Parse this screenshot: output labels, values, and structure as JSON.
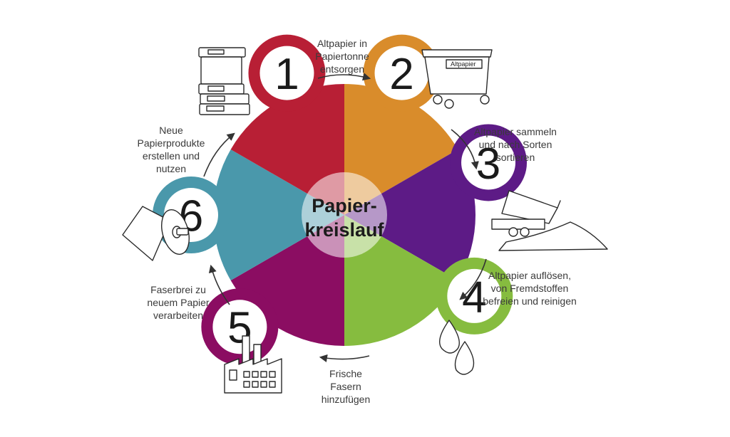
{
  "center": {
    "line1": "Papier-",
    "line2": "kreislauf"
  },
  "steps": [
    {
      "number": "1",
      "color": "#b81f35",
      "lines": [
        "Neue",
        "Papierprodukte",
        "erstellen und",
        "nutzen"
      ],
      "icon": "binders-icon"
    },
    {
      "number": "2",
      "color": "#d98c2b",
      "lines": [
        "Altpapier in",
        "Papiertonne",
        "entsorgen"
      ],
      "icon": "paper-bin-icon",
      "bin_label": "Altpapier"
    },
    {
      "number": "3",
      "color": "#5d1b86",
      "lines": [
        "Altpapier sammeln",
        "und nach Sorten",
        "sortieren"
      ],
      "icon": "dump-truck-icon"
    },
    {
      "number": "4",
      "color": "#86bc3f",
      "lines": [
        "Altpapier auflösen,",
        "von Fremdstoffen",
        "befreien und reinigen"
      ],
      "icon": "water-drops-icon"
    },
    {
      "number": "5",
      "color": "#8b0d62",
      "lines": [
        "Frische",
        "Fasern",
        "hinzufügen"
      ],
      "icon": "factory-icon"
    },
    {
      "number": "6",
      "color": "#4a98ab",
      "lines": [
        "Faserbrei zu",
        "neuem Papier",
        "verarbeiten"
      ],
      "icon": "paper-roll-icon"
    }
  ]
}
